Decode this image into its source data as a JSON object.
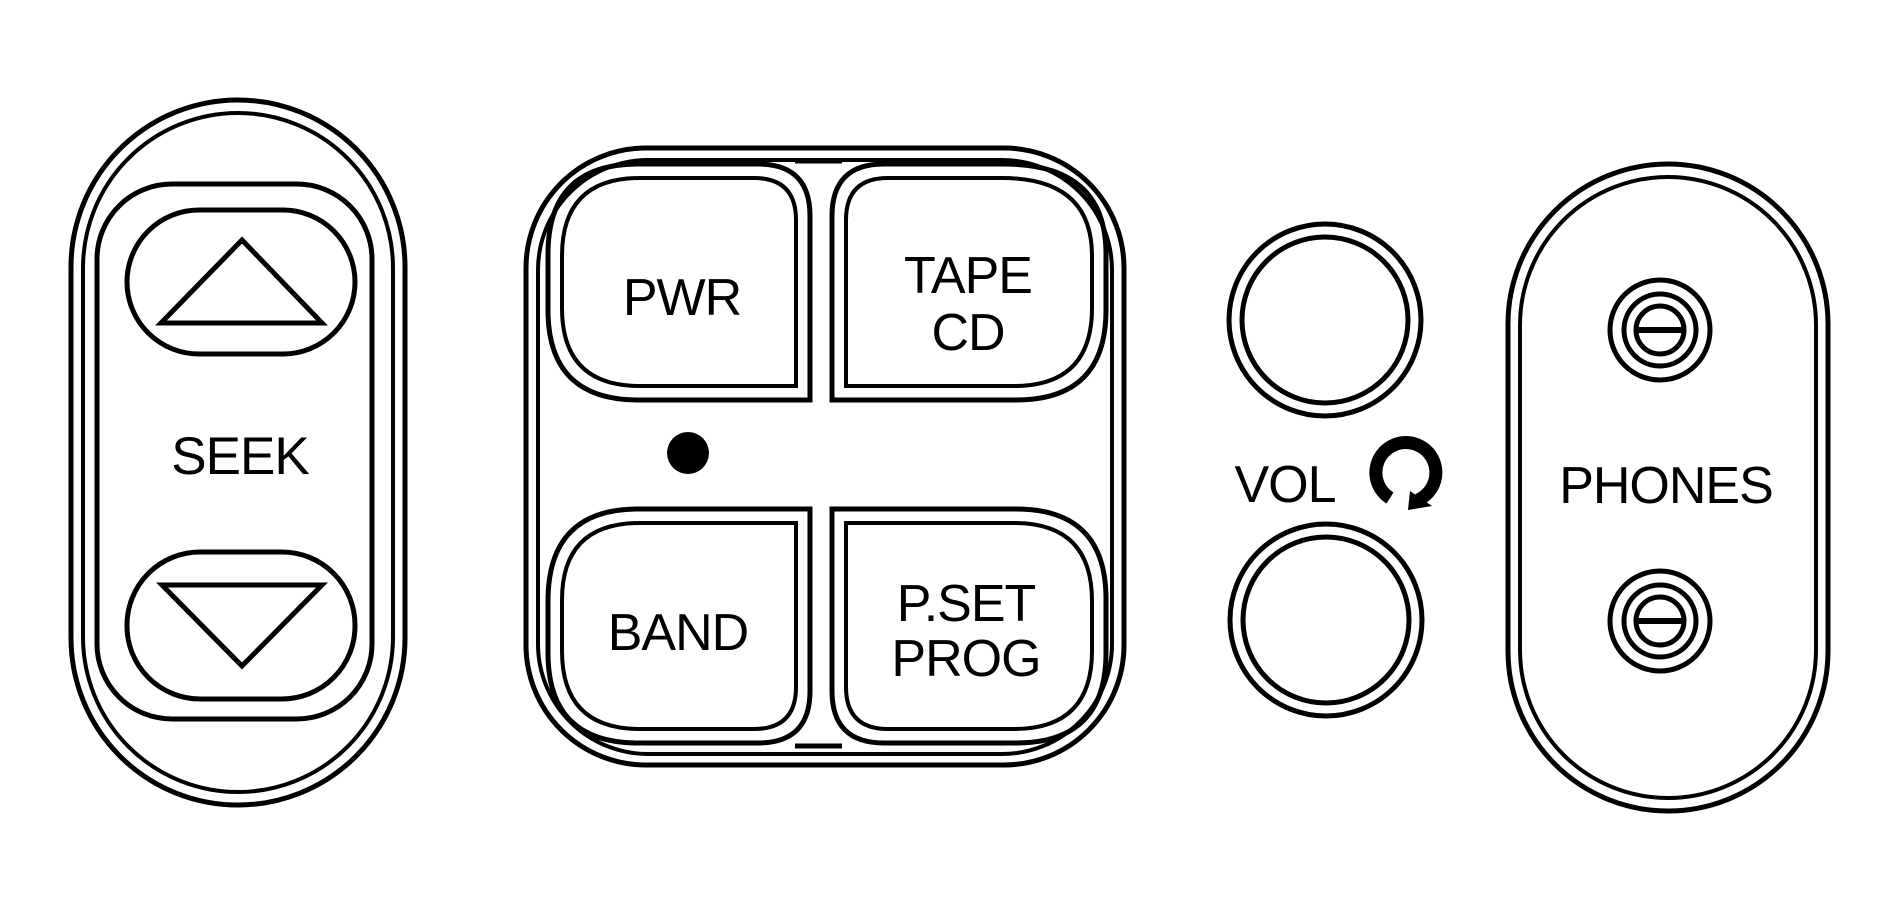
{
  "seek": {
    "label": "SEEK",
    "up_icon": "triangle-up-icon",
    "down_icon": "triangle-down-icon"
  },
  "keypad": {
    "pwr": "PWR",
    "tape_line1": "TAPE",
    "tape_line2": "CD",
    "band": "BAND",
    "pset_line1": "P.SET",
    "pset_line2": "PROG"
  },
  "volume": {
    "label": "VOL",
    "icon": "rotate-arrow-icon"
  },
  "phones": {
    "label": "PHONES",
    "jack_icon": "headphone-jack-icon"
  },
  "colors": {
    "line": "#000000",
    "background": "#ffffff"
  }
}
